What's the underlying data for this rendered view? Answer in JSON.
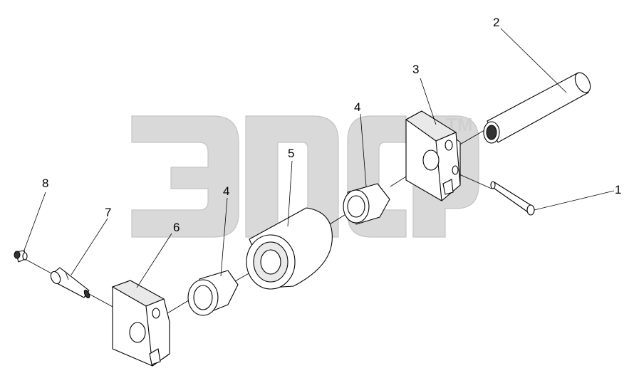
{
  "watermark": {
    "text": "ЭПСР",
    "trademark": "TM"
  },
  "callouts": [
    {
      "id": "c1",
      "label": "1"
    },
    {
      "id": "c2",
      "label": "2"
    },
    {
      "id": "c3",
      "label": "3"
    },
    {
      "id": "c4a",
      "label": "4"
    },
    {
      "id": "c4b",
      "label": "4"
    },
    {
      "id": "c5",
      "label": "5"
    },
    {
      "id": "c6",
      "label": "6"
    },
    {
      "id": "c7",
      "label": "7"
    },
    {
      "id": "c8",
      "label": "8"
    }
  ]
}
